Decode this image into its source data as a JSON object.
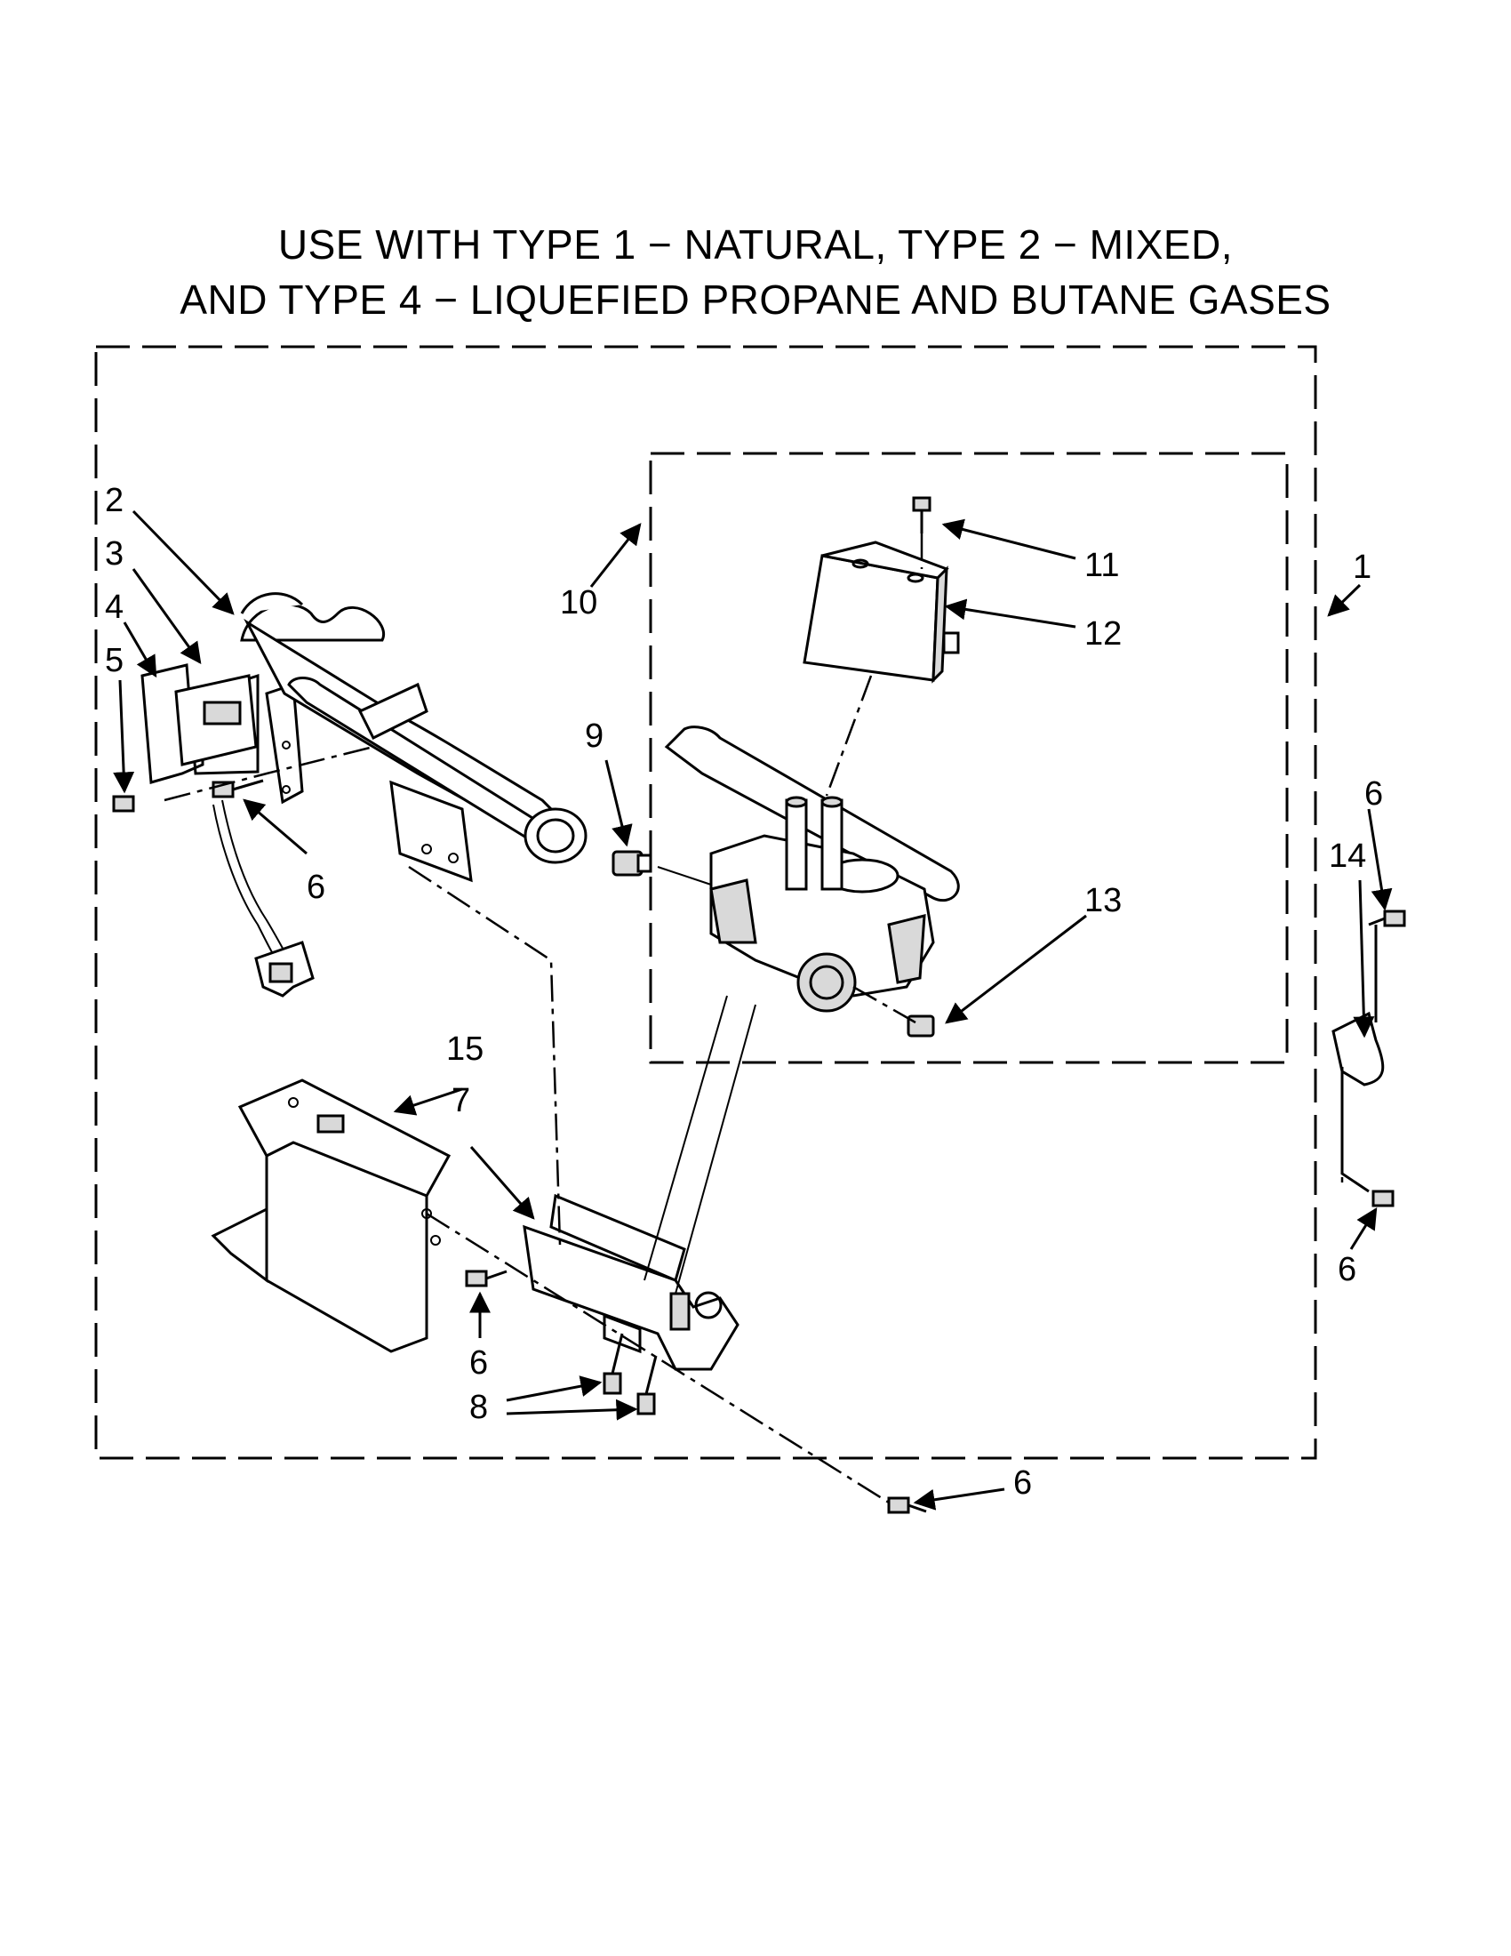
{
  "header": {
    "title_line1": "USE WITH TYPE 1 − NATURAL, TYPE 2 − MIXED,",
    "title_line2": "AND TYPE 4 − LIQUEFIED PROPANE AND BUTANE GASES"
  },
  "callouts": {
    "c1": "1",
    "c2": "2",
    "c3": "3",
    "c4": "4",
    "c5": "5",
    "c6_left": "6",
    "c6_right_top": "6",
    "c6_right_bottom": "6",
    "c6_center": "6",
    "c6_bottom": "6",
    "c7": "7",
    "c8": "8",
    "c9": "9",
    "c10": "10",
    "c11": "11",
    "c12": "12",
    "c13": "13",
    "c14": "14",
    "c15": "15"
  }
}
